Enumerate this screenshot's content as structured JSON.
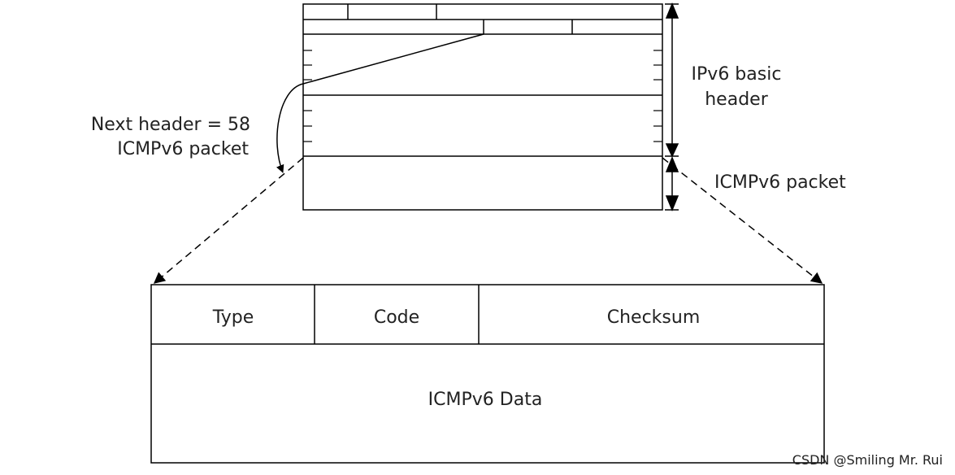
{
  "labels": {
    "ipv6_basic_header_line1": "IPv6 basic",
    "ipv6_basic_header_line2": "header",
    "next_header_line1": "Next header = 58",
    "next_header_line2": "ICMPv6 packet",
    "icmpv6_packet": "ICMPv6 packet"
  },
  "icmpv6_header": {
    "fields": [
      "Type",
      "Code",
      "Checksum"
    ],
    "data_label": "ICMPv6 Data"
  },
  "watermark": "CSDN @Smiling Mr. Rui"
}
